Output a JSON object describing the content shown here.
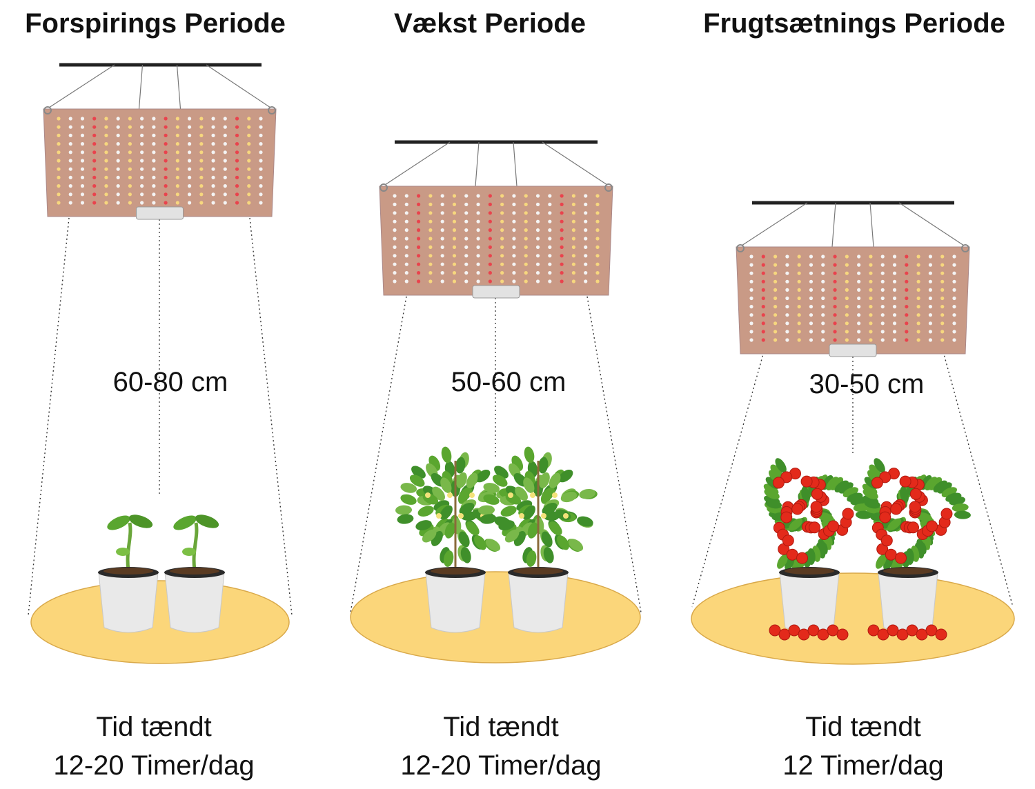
{
  "stages": [
    {
      "title": "Forspirings Periode",
      "distance": "60-80 cm",
      "time_label": "Tid tændt",
      "time_value": "12-20 Timer/dag",
      "plant": "seedling"
    },
    {
      "title": "Vækst Periode",
      "distance": "50-60 cm",
      "time_label": "Tid tændt",
      "time_value": "12-20 Timer/dag",
      "plant": "leafy"
    },
    {
      "title": "Frugtsætnings Periode",
      "distance": "30-50 cm",
      "time_label": "Tid tændt",
      "time_value": "12 Timer/dag",
      "plant": "tomato"
    }
  ],
  "colors": {
    "light_pool": "#fbd67a",
    "panel": "#c99a86",
    "led_white": "#f4f4f4",
    "led_warm": "#f7d77e",
    "led_red": "#e9434d",
    "bar": "#222222",
    "pot": "#e9e9e9",
    "leaf": "#5aa62f",
    "tomato": "#e32a1b"
  }
}
